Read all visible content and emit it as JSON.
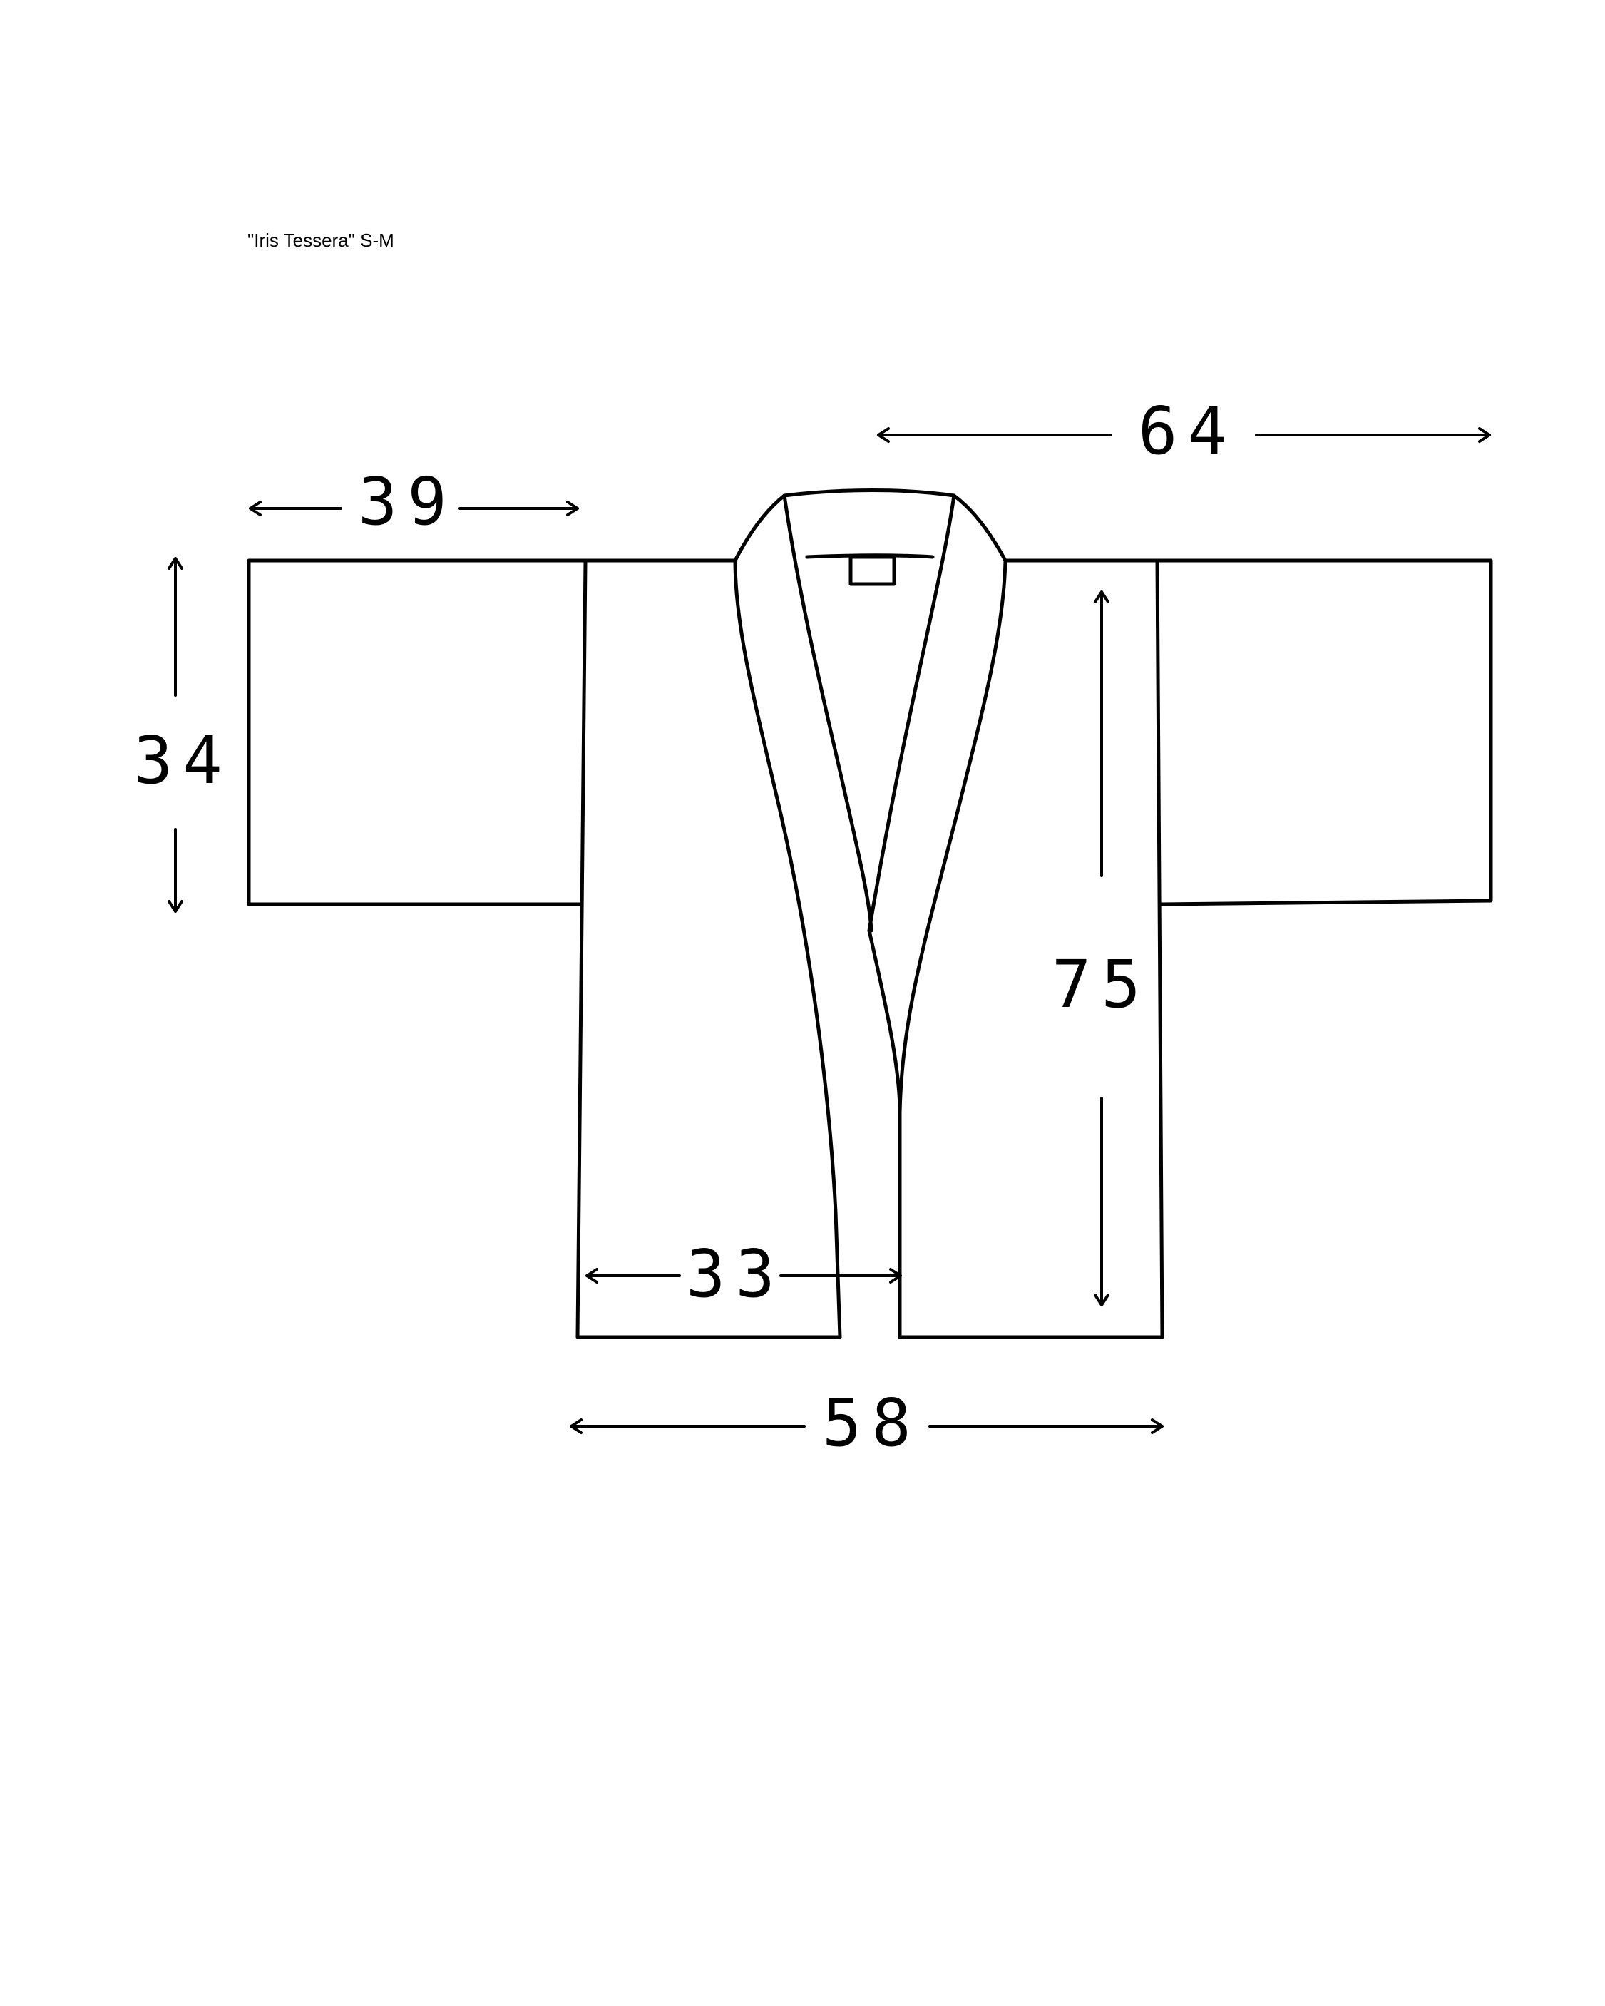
{
  "title": "\"Iris Tessera\" S-M",
  "measurements": {
    "top_width": "64",
    "sleeve_length": "39",
    "sleeve_height": "34",
    "body_length": "75",
    "front_panel_width": "33",
    "body_width": "58"
  },
  "colors": {
    "line": "#000000",
    "background": "#ffffff"
  }
}
